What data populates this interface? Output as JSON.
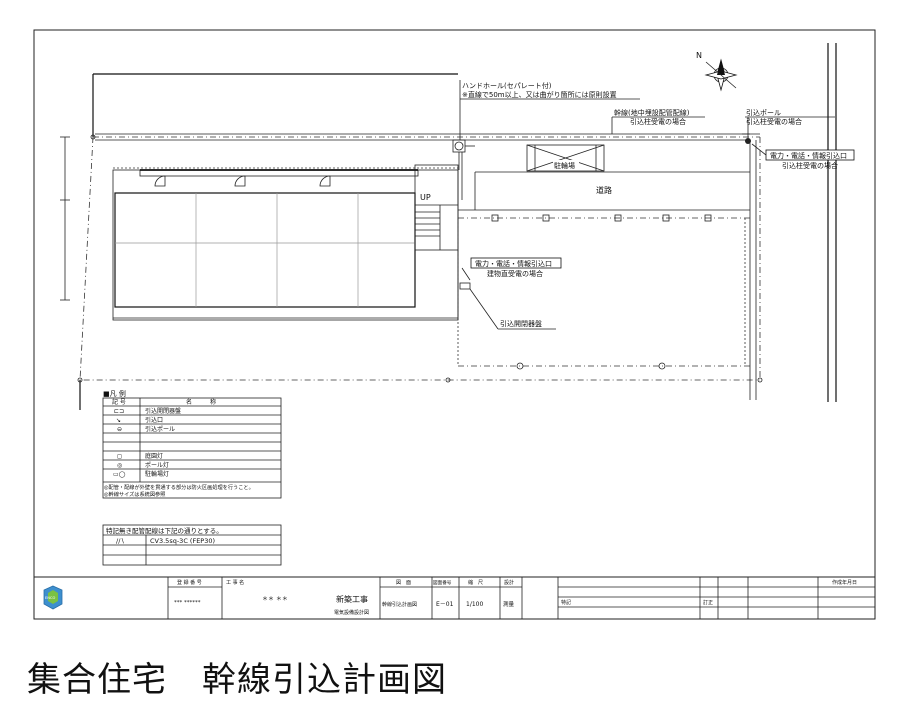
{
  "caption": "集合住宅　幹線引込計画図",
  "north_mark": "N",
  "callouts": {
    "handhole_title": "ハンドホール(セパレート付)",
    "handhole_note": "※直線で50m以上、又は曲がり箇所には原則設置",
    "trunk_title": "幹線(地中埋設配管配線)",
    "trunk_sub": "引込柱受電の場合",
    "pole_title": "引込ポール",
    "pole_sub": "引込柱受電の場合",
    "intake_right_title": "電力・電話・情報引込口",
    "intake_right_sub": "引込柱受電の場合",
    "intake_mid_title": "電力・電話・情報引込口",
    "intake_mid_sub": "建物直受電の場合",
    "switchboard": "引込開閉器盤",
    "parking": "駐輪場",
    "road": "道路",
    "up": "UP"
  },
  "legend": {
    "title": "■凡 例",
    "col_symbol": "記 号",
    "col_name": "名　　　称",
    "rows": [
      {
        "symbol": "⊏⊐",
        "name": "引込開閉器盤"
      },
      {
        "symbol": "↘",
        "name": "引込口"
      },
      {
        "symbol": "⊖",
        "name": "引込ポール"
      },
      {
        "symbol": "",
        "name": ""
      },
      {
        "symbol": "◻",
        "name": "庭園灯"
      },
      {
        "symbol": "◎",
        "name": "ポール灯"
      },
      {
        "symbol": "▭◯",
        "name": "駐輪場灯"
      }
    ],
    "note1": "◎配管・配線が外壁を貫通する部分は防火区画処理を行うこと。",
    "note2": "◎幹線サイズは系統図参照"
  },
  "spec_table": {
    "title": "特記無き配管配線は下記の通りとする。",
    "rows": [
      {
        "symbol": "//∖",
        "spec": "CV3.5sq-3C (FEP30)"
      },
      {
        "symbol": "",
        "spec": ""
      },
      {
        "symbol": "",
        "spec": ""
      }
    ]
  },
  "title_block": {
    "logo_text": "ENCO",
    "drawing_no_label": "登 録 番 号",
    "drawing_no_value": "*** ******",
    "project_label": "工 事 名",
    "project_mark": "＊＊ ＊＊",
    "project_name": "新築工事",
    "project_sub": "電気設備設計図",
    "drawing_label": "図　面",
    "drawing_value": "幹線引込計画図",
    "sheet_no_label": "図面番号",
    "sheet_no_value": "E－01",
    "scale_label": "縮　尺",
    "scale_value": "1/100",
    "design_label": "設計",
    "design_value": "測量",
    "notes_label": "特記",
    "revision_label": "訂正",
    "date_label": "作成年月日"
  }
}
